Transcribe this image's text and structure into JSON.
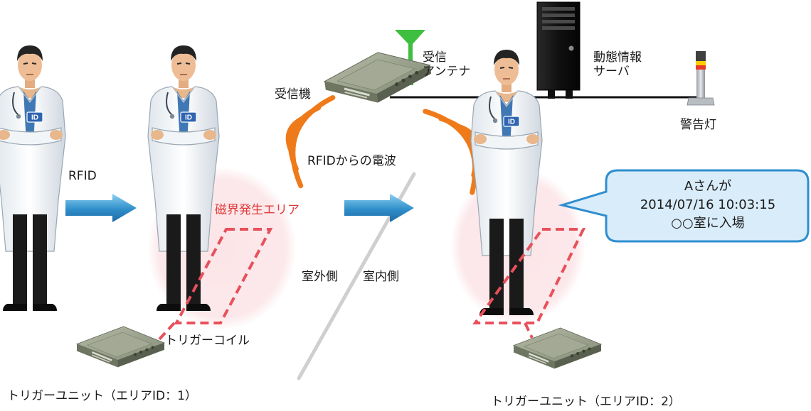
{
  "labels": {
    "rfid": "RFID",
    "antenna": "受信\nアンテナ",
    "receiver": "受信機",
    "server": "動態情報\nサーバ",
    "warning_light": "警告灯",
    "radio_wave": "RFIDからの電波",
    "magnetic_area": "磁界発生エリア",
    "outdoor_side": "室外側",
    "indoor_side": "室内側",
    "trigger_coil": "トリガーコイル",
    "trigger_unit_1": "トリガーユニット（エリアID：1）",
    "trigger_unit_2": "トリガーユニット（エリアID：2）"
  },
  "badge_text": "ID",
  "callout": {
    "text": "Aさんが\n2014/07/16 10:03:15\n○○室に入場"
  },
  "colors": {
    "arrow": "#2f8ec9",
    "wave": "#ef7a1a",
    "antenna": "#3fbf3f",
    "area_fill": "#fbe3e6",
    "coil_dash": "#e8505b",
    "callout_fill": "#d9ecf9",
    "callout_stroke": "#2f8ed0",
    "server": "#141414",
    "device": "#8f9782"
  }
}
